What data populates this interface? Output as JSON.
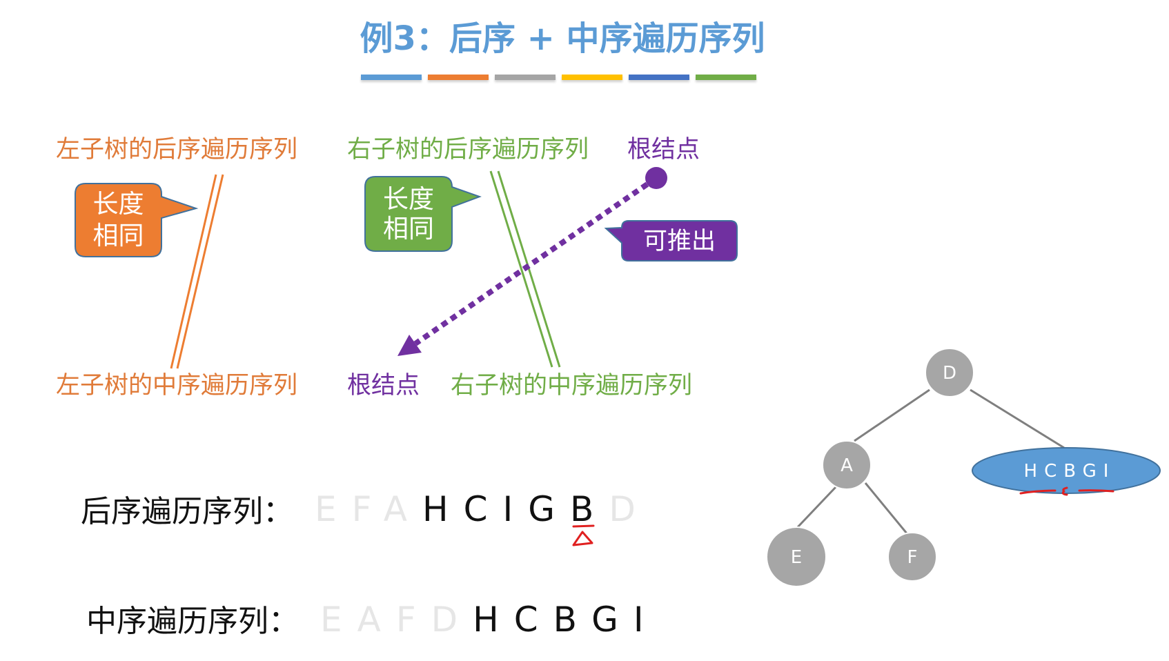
{
  "slide": {
    "title": "例3：后序 + 中序遍历序列",
    "title_color": "#5b9bd5",
    "color_bar": [
      "#5b9bd5",
      "#ed7d31",
      "#a5a5a5",
      "#ffc000",
      "#4472c4",
      "#70ad47"
    ]
  },
  "diagram": {
    "colors": {
      "left": "#e07b39",
      "right": "#70ad47",
      "root": "#7030a0"
    },
    "labels": {
      "left_postorder": "左子树的后序遍历序列",
      "right_postorder": "右子树的后序遍历序列",
      "root_top": "根结点",
      "left_inorder": "左子树的中序遍历序列",
      "root_bottom": "根结点",
      "right_inorder": "右子树的中序遍历序列"
    },
    "callouts": {
      "left_same_length": [
        "长度",
        "相同"
      ],
      "right_same_length": [
        "长度",
        "相同"
      ],
      "derivable": "可推出"
    }
  },
  "sequences": {
    "postorder": {
      "label": "后序遍历序列：",
      "letters": [
        {
          "char": "E",
          "state": "dimmed"
        },
        {
          "char": "F",
          "state": "dimmed"
        },
        {
          "char": "A",
          "state": "dimmed"
        },
        {
          "char": "H",
          "state": "active"
        },
        {
          "char": "C",
          "state": "active"
        },
        {
          "char": "I",
          "state": "active"
        },
        {
          "char": "G",
          "state": "active"
        },
        {
          "char": "B",
          "state": "active"
        },
        {
          "char": "D",
          "state": "dimmed"
        }
      ]
    },
    "inorder": {
      "label": "中序遍历序列：",
      "letters": [
        {
          "char": "E",
          "state": "dimmed"
        },
        {
          "char": "A",
          "state": "dimmed"
        },
        {
          "char": "F",
          "state": "dimmed"
        },
        {
          "char": "D",
          "state": "dimmed"
        },
        {
          "char": "H",
          "state": "active"
        },
        {
          "char": "C",
          "state": "active"
        },
        {
          "char": "B",
          "state": "active"
        },
        {
          "char": "G",
          "state": "active"
        },
        {
          "char": "I",
          "state": "active"
        }
      ]
    }
  },
  "tree": {
    "root": "D",
    "left": "A",
    "left_left": "E",
    "left_right": "F",
    "right_subtree": "HCBGI",
    "node_color": "#a6a6a6",
    "subtree_color": "#5b9bd5"
  },
  "annotation_color": "#e02020"
}
